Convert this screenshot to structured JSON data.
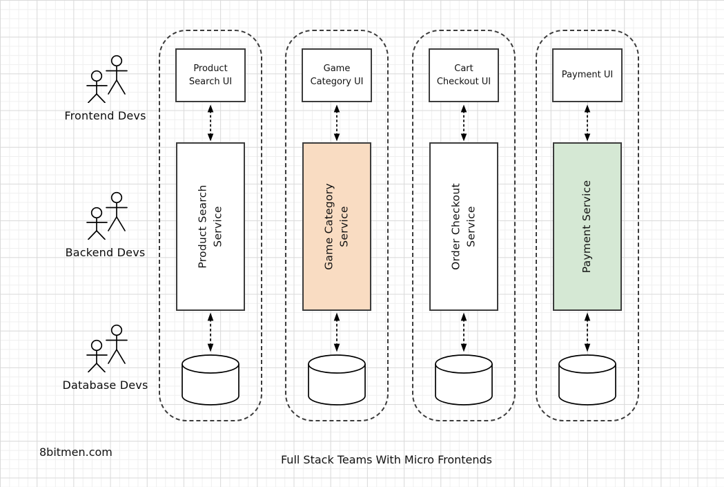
{
  "canvas": {
    "caption": "Full Stack Teams With Micro Frontends",
    "watermark": "8bitmen.com"
  },
  "roles": [
    {
      "label": "Frontend Devs",
      "icon": "two-stick-figures"
    },
    {
      "label": "Backend Devs",
      "icon": "two-stick-figures"
    },
    {
      "label": "Database Devs",
      "icon": "two-stick-figures"
    }
  ],
  "teams": [
    {
      "ui_label": [
        "Product",
        "Search UI"
      ],
      "service_label": [
        "Product Search",
        "Service"
      ],
      "service_bg": "#ffffff",
      "database_icon": "database-cylinder",
      "connector_icon": "dashed-double-headed-arrow"
    },
    {
      "ui_label": [
        "Game",
        "Category UI"
      ],
      "service_label": [
        "Game Category",
        "Service"
      ],
      "service_bg": "#f9dcc2",
      "database_icon": "database-cylinder",
      "connector_icon": "dashed-double-headed-arrow"
    },
    {
      "ui_label": [
        "Cart",
        "Checkout UI"
      ],
      "service_label": [
        "Order Checkout",
        "Service"
      ],
      "service_bg": "#ffffff",
      "database_icon": "database-cylinder",
      "connector_icon": "dashed-double-headed-arrow"
    },
    {
      "ui_label": [
        "Payment UI"
      ],
      "service_label": [
        "Payment Service"
      ],
      "service_bg": "#d5e8d4",
      "database_icon": "database-cylinder",
      "connector_icon": "dashed-double-headed-arrow"
    }
  ],
  "colors": {
    "service_peach": "#f9dcc2",
    "service_green": "#d5e8d4",
    "shape_border": "#3b3b3b",
    "line_black": "#000000",
    "grid_minor": "#efefef",
    "grid_major": "#dadada"
  }
}
